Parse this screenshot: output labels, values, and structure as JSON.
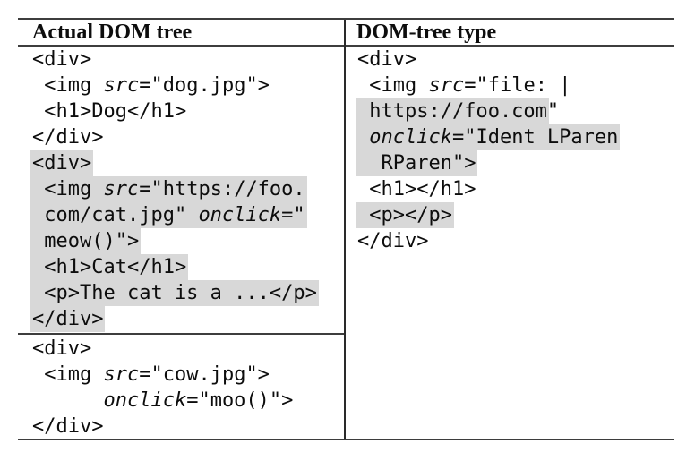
{
  "highlight_color": "#d8d8d8",
  "rule_color": "#3d3d3d",
  "columns": [
    {
      "name": "actual-dom-tree",
      "header": "Actual DOM tree",
      "blocks": [
        {
          "lines": [
            [
              {
                "t": "<div>"
              }
            ],
            [
              {
                "t": " <img "
              },
              {
                "t": "src",
                "i": true
              },
              {
                "t": "=\"dog.jpg\">"
              }
            ],
            [
              {
                "t": " <h1>Dog</h1>"
              }
            ],
            [
              {
                "t": "</div>"
              }
            ],
            [
              {
                "t": "<div>",
                "h": true
              }
            ],
            [
              {
                "t": " <img ",
                "h": true
              },
              {
                "t": "src",
                "i": true,
                "h": true
              },
              {
                "t": "=\"https://foo.",
                "h": true
              }
            ],
            [
              {
                "t": " com/cat.jpg\" ",
                "h": true
              },
              {
                "t": "onclick",
                "i": true,
                "h": true
              },
              {
                "t": "=\"",
                "h": true
              }
            ],
            [
              {
                "t": " meow()\">",
                "h": true
              }
            ],
            [
              {
                "t": " <h1>Cat</h1>",
                "h": true
              }
            ],
            [
              {
                "t": " <p>The cat is a ...</p>",
                "h": true
              }
            ],
            [
              {
                "t": "</div>",
                "h": true
              }
            ]
          ]
        },
        {
          "lines": [
            [
              {
                "t": "<div>"
              }
            ],
            [
              {
                "t": " <img "
              },
              {
                "t": "src",
                "i": true
              },
              {
                "t": "=\"cow.jpg\">"
              }
            ],
            [
              {
                "t": "      "
              },
              {
                "t": "onclick",
                "i": true
              },
              {
                "t": "=\"moo()\">"
              }
            ],
            [
              {
                "t": "</div>"
              }
            ]
          ]
        }
      ]
    },
    {
      "name": "dom-tree-type",
      "header": "DOM-tree type",
      "blocks": [
        {
          "lines": [
            [
              {
                "t": "<div>"
              }
            ],
            [
              {
                "t": " <img "
              },
              {
                "t": "src",
                "i": true
              },
              {
                "t": "=\"file: |"
              }
            ],
            [
              {
                "t": " https://foo.com",
                "h": true
              },
              {
                "t": "\""
              }
            ],
            [
              {
                "t": " ",
                "h": true
              },
              {
                "t": "onclick",
                "i": true,
                "h": true
              },
              {
                "t": "=\"Ident LParen",
                "h": true
              }
            ],
            [
              {
                "t": "  RParen\">",
                "h": true
              }
            ],
            [
              {
                "t": " <h1></h1>"
              }
            ],
            [
              {
                "t": " <p></p>",
                "h": true
              }
            ],
            [
              {
                "t": "</div>"
              }
            ]
          ]
        }
      ]
    }
  ]
}
